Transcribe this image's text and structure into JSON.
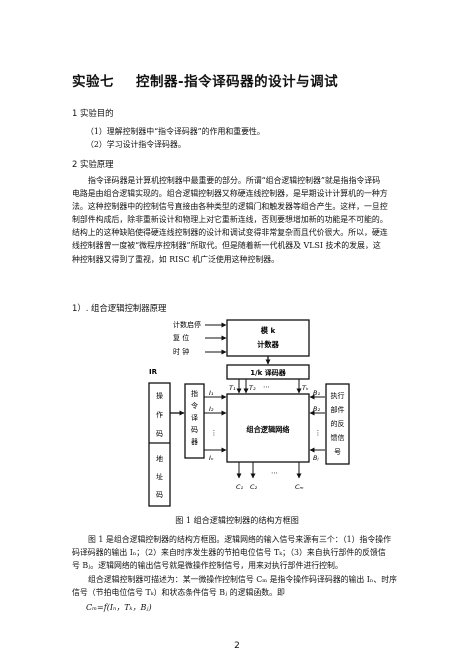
{
  "title": {
    "num": "实验七",
    "text": "控制器-指令译码器的设计与调试"
  },
  "section1": {
    "heading": "1  实验目的",
    "items": [
      "（1）理解控制器中“指令译码器”的作用和重要性。",
      "（2）学习设计指令译码器。"
    ]
  },
  "section2": {
    "heading": "2  实验原理",
    "paragraph_lines": [
      "指令译码器是计算机控制器中最重要的部分。所谓“组合逻辑控制器”就是指指令译码",
      "电路是由组合逻辑实现的。组合逻辑控制器又称硬连线控制器，是早期设计计算机的一种方",
      "法。这种控制器中的控制信号直接由各种类型的逻辑门和触发器等组合产生。这样，一旦控",
      "制部件构成后，除非重新设计和物理上对它重新连线，否则要想增加新的功能是不可能的。",
      "结构上的这种缺陷使得硬连线控制器的设计和调试变得非常复杂而且代价很大。所以，硬连",
      "线控制器曾一度被“微程序控制器”所取代。但是随着新一代机器及 VLSI 技术的发展，这",
      "种控制器又得到了重视，如 RISC 机广泛使用这种控制器。"
    ]
  },
  "subsection": {
    "heading": "1）. 组合逻辑控制器原理"
  },
  "figure": {
    "left_labels": [
      "计数启停",
      "复    位",
      "时    钟"
    ],
    "ir_label": "IR",
    "opcode_chars": [
      "操",
      "作",
      "码"
    ],
    "address_chars": [
      "地",
      "址",
      "码"
    ],
    "counter": {
      "line1": "模 k",
      "line2": "计数器"
    },
    "decoder_1k": "1/k 译码器",
    "decoder_chars": [
      "指",
      "令",
      "译",
      "码",
      "器"
    ],
    "network_label": "组合逻辑网络",
    "feedback_chars": [
      "执行",
      "部件",
      "的反",
      "馈信",
      "号"
    ],
    "T1": "T₁",
    "T2": "T₂",
    "Tk": "Tₖ",
    "I1": "I₁",
    "I2": "I₂",
    "In": "Iₙ",
    "B1": "B₁",
    "B2": "B₂",
    "Bj": "Bⱼ",
    "C1": "C₁",
    "C2": "C₂",
    "Cm": "Cₘ",
    "dots": "⋯",
    "vdots": "⋮"
  },
  "caption": "图 1  组合逻辑控制器的结构方框图",
  "para2_lines": [
    "图 1 是组合逻辑控制器的结构方框图。逻辑网络的输入信号来源有三个：（1）指令操作",
    "码译码器的输出 Iₙ；（2）来自时序发生器的节拍电位信号 Tₖ；（3）来自执行部件的反馈信",
    "号 Bⱼ。逻辑网络的输出信号就是微操作控制信号，用来对执行部件进行控制。"
  ],
  "para3_lines": [
    "组合逻辑控制器可描述为：某一微操作控制信号 Cₘ 是指令操作码译码器的输出 Iₙ、时序",
    "信号（节拍电位信号 Tₖ）和状态条件信号 Bⱼ 的逻辑函数。即"
  ],
  "formula": "Cₘ=f(Iₙ，Tₖ，Bⱼ)",
  "page_number": "2"
}
